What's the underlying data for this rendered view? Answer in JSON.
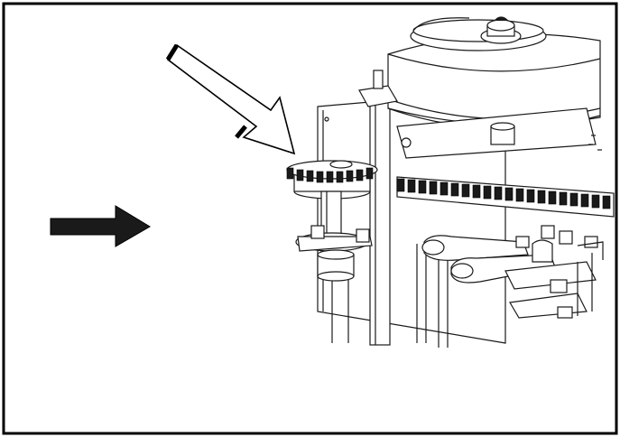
{
  "figure": {
    "frame_color": "#000000",
    "background": "#ffffff",
    "line_color": "#1a1a1a",
    "indicators": [
      {
        "name": "outline-arrow-icon",
        "style": "outline",
        "points_to": "sprocket"
      },
      {
        "name": "solid-arrow-icon",
        "style": "solid",
        "points_to": "right"
      }
    ]
  }
}
